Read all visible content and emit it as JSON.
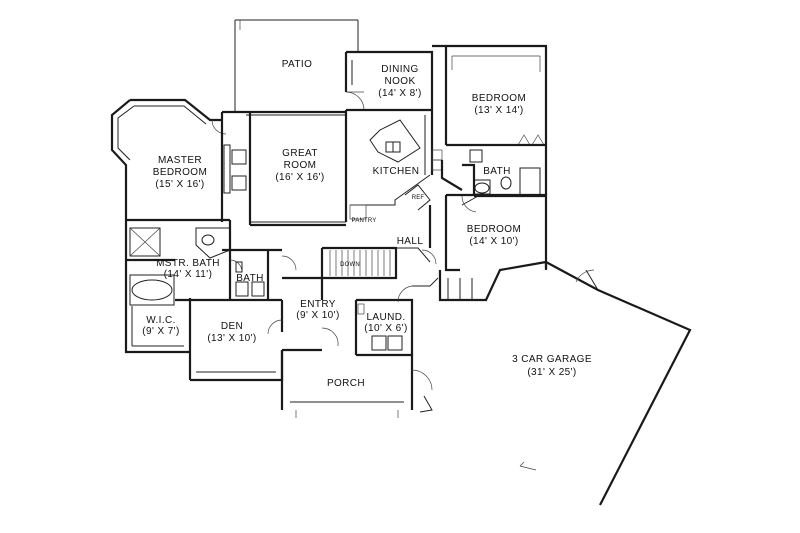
{
  "rooms": {
    "patio": {
      "name": "PATIO"
    },
    "dining_nook": {
      "name_line1": "DINING",
      "name_line2": "NOOK",
      "size": "(14' X 8')"
    },
    "bedroom1": {
      "name": "BEDROOM",
      "size": "(13' X 14')"
    },
    "master": {
      "name_line1": "MASTER",
      "name_line2": "BEDROOM",
      "size": "(15' X 16')"
    },
    "great_room": {
      "name_line1": "GREAT",
      "name_line2": "ROOM",
      "size": "(16' X 16')"
    },
    "kitchen": {
      "name": "KITCHEN"
    },
    "bath": {
      "name": "BATH"
    },
    "hall": {
      "name": "HALL"
    },
    "bedroom2": {
      "name": "BEDROOM",
      "size": "(14' X 10')"
    },
    "mstr_bath": {
      "name": "MSTR. BATH",
      "size": "(14' X 11')"
    },
    "bath2": {
      "name": "BATH"
    },
    "entry": {
      "name": "ENTRY",
      "size": "(9' X 10')"
    },
    "laund": {
      "name": "LAUND.",
      "size": "(10' X 6')"
    },
    "wic": {
      "name": "W.I.C.",
      "size": "(9' X 7')"
    },
    "den": {
      "name": "DEN",
      "size": "(13' X 10')"
    },
    "porch": {
      "name": "PORCH"
    },
    "garage": {
      "name": "3 CAR GARAGE",
      "size": "(31' X 25')"
    }
  },
  "annotations": {
    "pantry": "PANTRY",
    "ref": "REF",
    "down": "DOWN"
  }
}
